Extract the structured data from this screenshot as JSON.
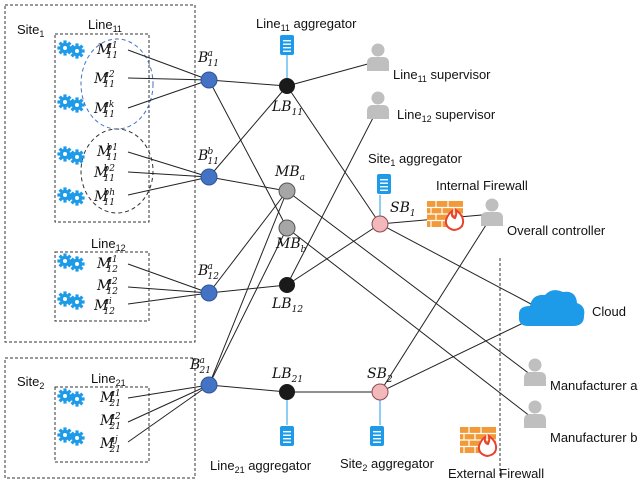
{
  "sites": {
    "site1": {
      "base": "Site",
      "sub": "1"
    },
    "site2": {
      "base": "Site",
      "sub": "2"
    }
  },
  "lines": {
    "line11": {
      "base": "Line",
      "sub": "11"
    },
    "line12": {
      "base": "Line",
      "sub": "12"
    },
    "line21": {
      "base": "Line",
      "sub": "21"
    }
  },
  "machines": {
    "m11_a1": {
      "base": "M",
      "sup": "a1",
      "sub": "11"
    },
    "m11_a2": {
      "base": "M",
      "sup": "a2",
      "sub": "11"
    },
    "m11_ak": {
      "base": "M",
      "sup": "ak",
      "sub": "11"
    },
    "m11_b1": {
      "base": "M",
      "sup": "b1",
      "sub": "11"
    },
    "m11_b2": {
      "base": "M",
      "sup": "b2",
      "sub": "11"
    },
    "m11_bh": {
      "base": "M",
      "sup": "bh",
      "sub": "11"
    },
    "m12_a1": {
      "base": "M",
      "sup": "a1",
      "sub": "12"
    },
    "m12_a2": {
      "base": "M",
      "sup": "a2",
      "sub": "12"
    },
    "m12_ai": {
      "base": "M",
      "sup": "ai",
      "sub": "12"
    },
    "m21_a1": {
      "base": "M",
      "sup": "a1",
      "sub": "21"
    },
    "m21_a2": {
      "base": "M",
      "sup": "a2",
      "sub": "21"
    },
    "m21_aj": {
      "base": "M",
      "sup": "aj",
      "sub": "21"
    }
  },
  "nodes": {
    "b11a": {
      "base": "B",
      "sup": "a",
      "sub": "11"
    },
    "b11b": {
      "base": "B",
      "sup": "b",
      "sub": "11"
    },
    "b12a": {
      "base": "B",
      "sup": "a",
      "sub": "12"
    },
    "b21a": {
      "base": "B",
      "sup": "a",
      "sub": "21"
    },
    "lb11": {
      "base": "LB",
      "sub": "11"
    },
    "lb12": {
      "base": "LB",
      "sub": "12"
    },
    "lb21": {
      "base": "LB",
      "sub": "21"
    },
    "mba": {
      "base": "MB",
      "sub": "a"
    },
    "mbb": {
      "base": "MB",
      "sub": "b"
    },
    "sb1": {
      "base": "SB",
      "sub": "1"
    },
    "sb2": {
      "base": "SB",
      "sub": "2"
    }
  },
  "aggregators": {
    "line11": {
      "base": "Line",
      "sub": "11",
      "rest": " aggregator"
    },
    "site1": {
      "base": "Site",
      "sub": "1",
      "rest": " aggregator"
    },
    "line21": {
      "base": "Line",
      "sub": "21",
      "rest": " aggregator"
    },
    "site2": {
      "base": "Site",
      "sub": "2",
      "rest": " aggregator"
    }
  },
  "supervisors": {
    "line11": {
      "base": "Line",
      "sub": "11",
      "rest": " supervisor"
    },
    "line12": {
      "base": "Line",
      "sub": "12",
      "rest": " supervisor"
    }
  },
  "labels": {
    "internal_firewall": "Internal Firewall",
    "external_firewall": "External Firewall",
    "overall_controller": "Overall controller",
    "cloud": "Cloud",
    "manufacturer_a": "Manufacturer a",
    "manufacturer_b": "Manufacturer b"
  },
  "colors": {
    "b_node": "#4472C4",
    "lb_node": "#1a1a1a",
    "mb_node": "#A6A6A6",
    "sb_node": "#F2B8BC",
    "aggregator": "#1E9BE8",
    "person": "#BFBFBF",
    "cloud": "#1E9BE8",
    "gear": "#1E9BE8",
    "firewall_brick": "#F29A38",
    "firewall_flame": "#E8432F"
  }
}
